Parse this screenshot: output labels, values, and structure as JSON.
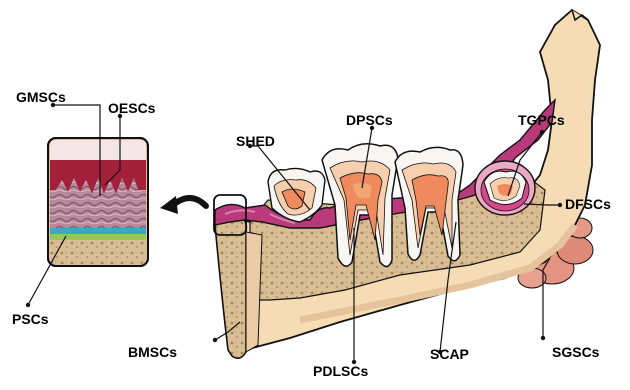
{
  "labels": {
    "gmscs": "GMSCs",
    "oescs": "OESCs",
    "pscs": "PSCs",
    "shed": "SHED",
    "dpscs": "DPSCs",
    "tgpcs": "TGPCs",
    "dfscs": "DFSCs",
    "bmscs": "BMSCs",
    "pdlscs": "PDLSCs",
    "scap": "SCAP",
    "sgscs": "SGSCs"
  },
  "colors": {
    "bone": "#f6dcb5",
    "bone_dark": "#e9c59a",
    "cancellous": "#d7bd96",
    "gingiva": "#b93a7a",
    "gingiva_light": "#d565a0",
    "pulp": "#ef8a5f",
    "pulp_core": "#f2a56f",
    "dentin": "#f7cfae",
    "enamel": "#f8f6f2",
    "salivary": "#e08a7e",
    "epithelium": "#a3203a",
    "connective": "#b897a0",
    "layer_blue": "#3ea7c8",
    "layer_green": "#9bc84a",
    "outline": "#111111"
  }
}
